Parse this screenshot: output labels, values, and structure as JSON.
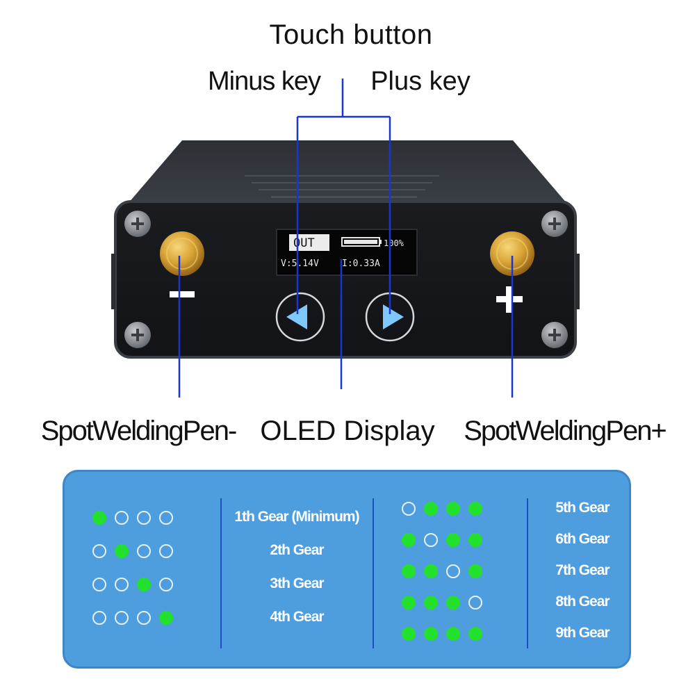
{
  "labels": {
    "touch_button": "Touch button",
    "minus_key": "Minus key",
    "plus_key": "Plus key",
    "pen_minus": "SpotWeldingPen-",
    "oled_display": "OLED Display",
    "pen_plus": "SpotWeldingPen+"
  },
  "device": {
    "minus_symbol": "−",
    "plus_symbol": "+",
    "oled": {
      "mode": "OUT",
      "battery": "100%",
      "voltage": "V:5.14V",
      "current": "I:0.33A"
    }
  },
  "colors": {
    "annotation_line": "#1a35d6",
    "panel_bg": "#4d9ddf",
    "dot_on": "#22e02c",
    "terminal": "#d9a436"
  },
  "gears_left": [
    {
      "label": "1th Gear (Minimum)",
      "dots": [
        1,
        0,
        0,
        0
      ]
    },
    {
      "label": "2th Gear",
      "dots": [
        0,
        1,
        0,
        0
      ]
    },
    {
      "label": "3th Gear",
      "dots": [
        0,
        0,
        1,
        0
      ]
    },
    {
      "label": "4th Gear",
      "dots": [
        0,
        0,
        0,
        1
      ]
    }
  ],
  "gears_right": [
    {
      "label": "5th Gear",
      "dots": [
        0,
        1,
        1,
        1
      ]
    },
    {
      "label": "6th Gear",
      "dots": [
        1,
        0,
        1,
        1
      ]
    },
    {
      "label": "7th Gear",
      "dots": [
        1,
        1,
        0,
        1
      ]
    },
    {
      "label": "8th Gear",
      "dots": [
        1,
        1,
        1,
        0
      ]
    },
    {
      "label": "9th Gear",
      "dots": [
        1,
        1,
        1,
        1
      ]
    }
  ]
}
